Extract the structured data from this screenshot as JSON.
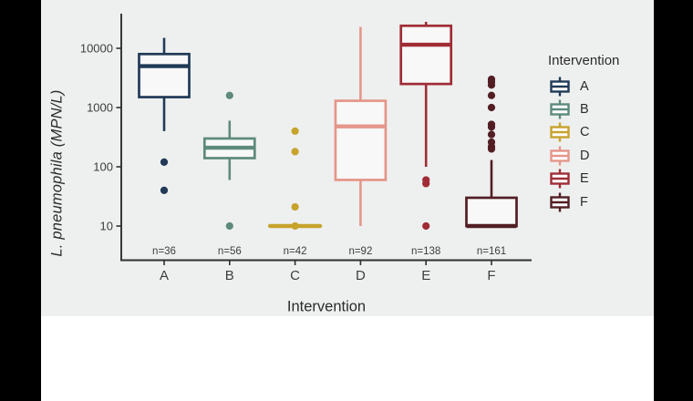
{
  "legend": {
    "title": "Intervention",
    "entries": [
      {
        "label": "A",
        "color": "#203a57"
      },
      {
        "label": "B",
        "color": "#5e8a7d"
      },
      {
        "label": "C",
        "color": "#c7a32d"
      },
      {
        "label": "D",
        "color": "#e5968a"
      },
      {
        "label": "E",
        "color": "#a02c36"
      },
      {
        "label": "F",
        "color": "#521e24"
      }
    ]
  },
  "colors": {
    "panel_bg": "#eef0ef",
    "letterbox": "#000000",
    "axis": "#2f2f2f",
    "tick_text": "#3d3d3d",
    "box_fill": "#f7f8f7"
  },
  "chart_data": {
    "type": "boxplot",
    "title": "",
    "xlabel": "Intervention",
    "ylabel": "L. pneumophila (MPN/L)",
    "y_scale": "log10",
    "ylim": [
      8,
      30000
    ],
    "y_ticks": [
      10,
      100,
      1000,
      10000
    ],
    "grid": "off",
    "legend_position": "right",
    "categories": [
      "A",
      "B",
      "C",
      "D",
      "E",
      "F"
    ],
    "n_labels": [
      "n=36",
      "n=56",
      "n=42",
      "n=92",
      "n=138",
      "n=161"
    ],
    "series": [
      {
        "category": "A",
        "color": "#203a57",
        "n": 36,
        "whisker_low": 400,
        "q1": 1500,
        "median": 5000,
        "q3": 8000,
        "whisker_high": 15000,
        "outliers": [
          120,
          40
        ]
      },
      {
        "category": "B",
        "color": "#5e8a7d",
        "n": 56,
        "whisker_low": 60,
        "q1": 140,
        "median": 210,
        "q3": 300,
        "whisker_high": 600,
        "outliers": [
          1600,
          10
        ]
      },
      {
        "category": "C",
        "color": "#c7a32d",
        "n": 42,
        "whisker_low": 10,
        "q1": 10,
        "median": 10,
        "q3": 10,
        "whisker_high": 10,
        "outliers": [
          400,
          180,
          21,
          10
        ]
      },
      {
        "category": "D",
        "color": "#e5968a",
        "n": 92,
        "whisker_low": 10,
        "q1": 60,
        "median": 480,
        "q3": 1300,
        "whisker_high": 23000,
        "outliers": []
      },
      {
        "category": "E",
        "color": "#a02c36",
        "n": 138,
        "whisker_low": 100,
        "q1": 2500,
        "median": 11500,
        "q3": 24000,
        "whisker_high": 28000,
        "outliers": [
          60,
          52,
          10
        ]
      },
      {
        "category": "F",
        "color": "#521e24",
        "n": 161,
        "whisker_low": 10,
        "q1": 10,
        "median": 10,
        "q3": 30,
        "whisker_high": 130,
        "outliers": [
          3000,
          2700,
          2400,
          1600,
          1000,
          520,
          470,
          350,
          260,
          220,
          200
        ]
      }
    ]
  }
}
